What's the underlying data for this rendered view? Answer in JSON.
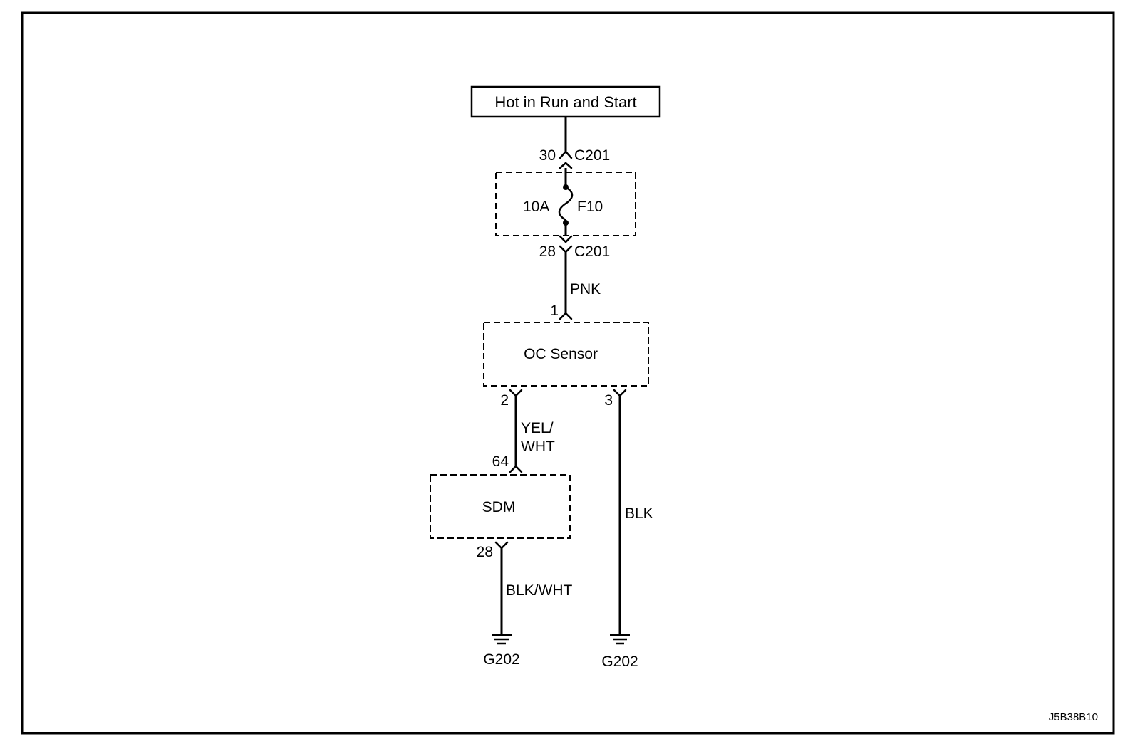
{
  "power_source": {
    "label": "Hot in Run and Start"
  },
  "connectors": {
    "c201_in": {
      "pin": "30",
      "name": "C201"
    },
    "c201_out": {
      "pin": "28",
      "name": "C201"
    }
  },
  "fuse": {
    "rating": "10A",
    "name": "F10"
  },
  "wires": {
    "pnk": "PNK",
    "yel_wht_1": "YEL/",
    "yel_wht_2": "WHT",
    "blk": "BLK",
    "blk_wht": "BLK/WHT"
  },
  "oc_sensor": {
    "label": "OC Sensor",
    "pin_in": "1",
    "pin_out_left": "2",
    "pin_out_right": "3"
  },
  "sdm": {
    "label": "SDM",
    "pin_in": "64",
    "pin_out": "28"
  },
  "grounds": {
    "left": "G202",
    "right": "G202"
  },
  "diagram_code": "J5B38B10"
}
